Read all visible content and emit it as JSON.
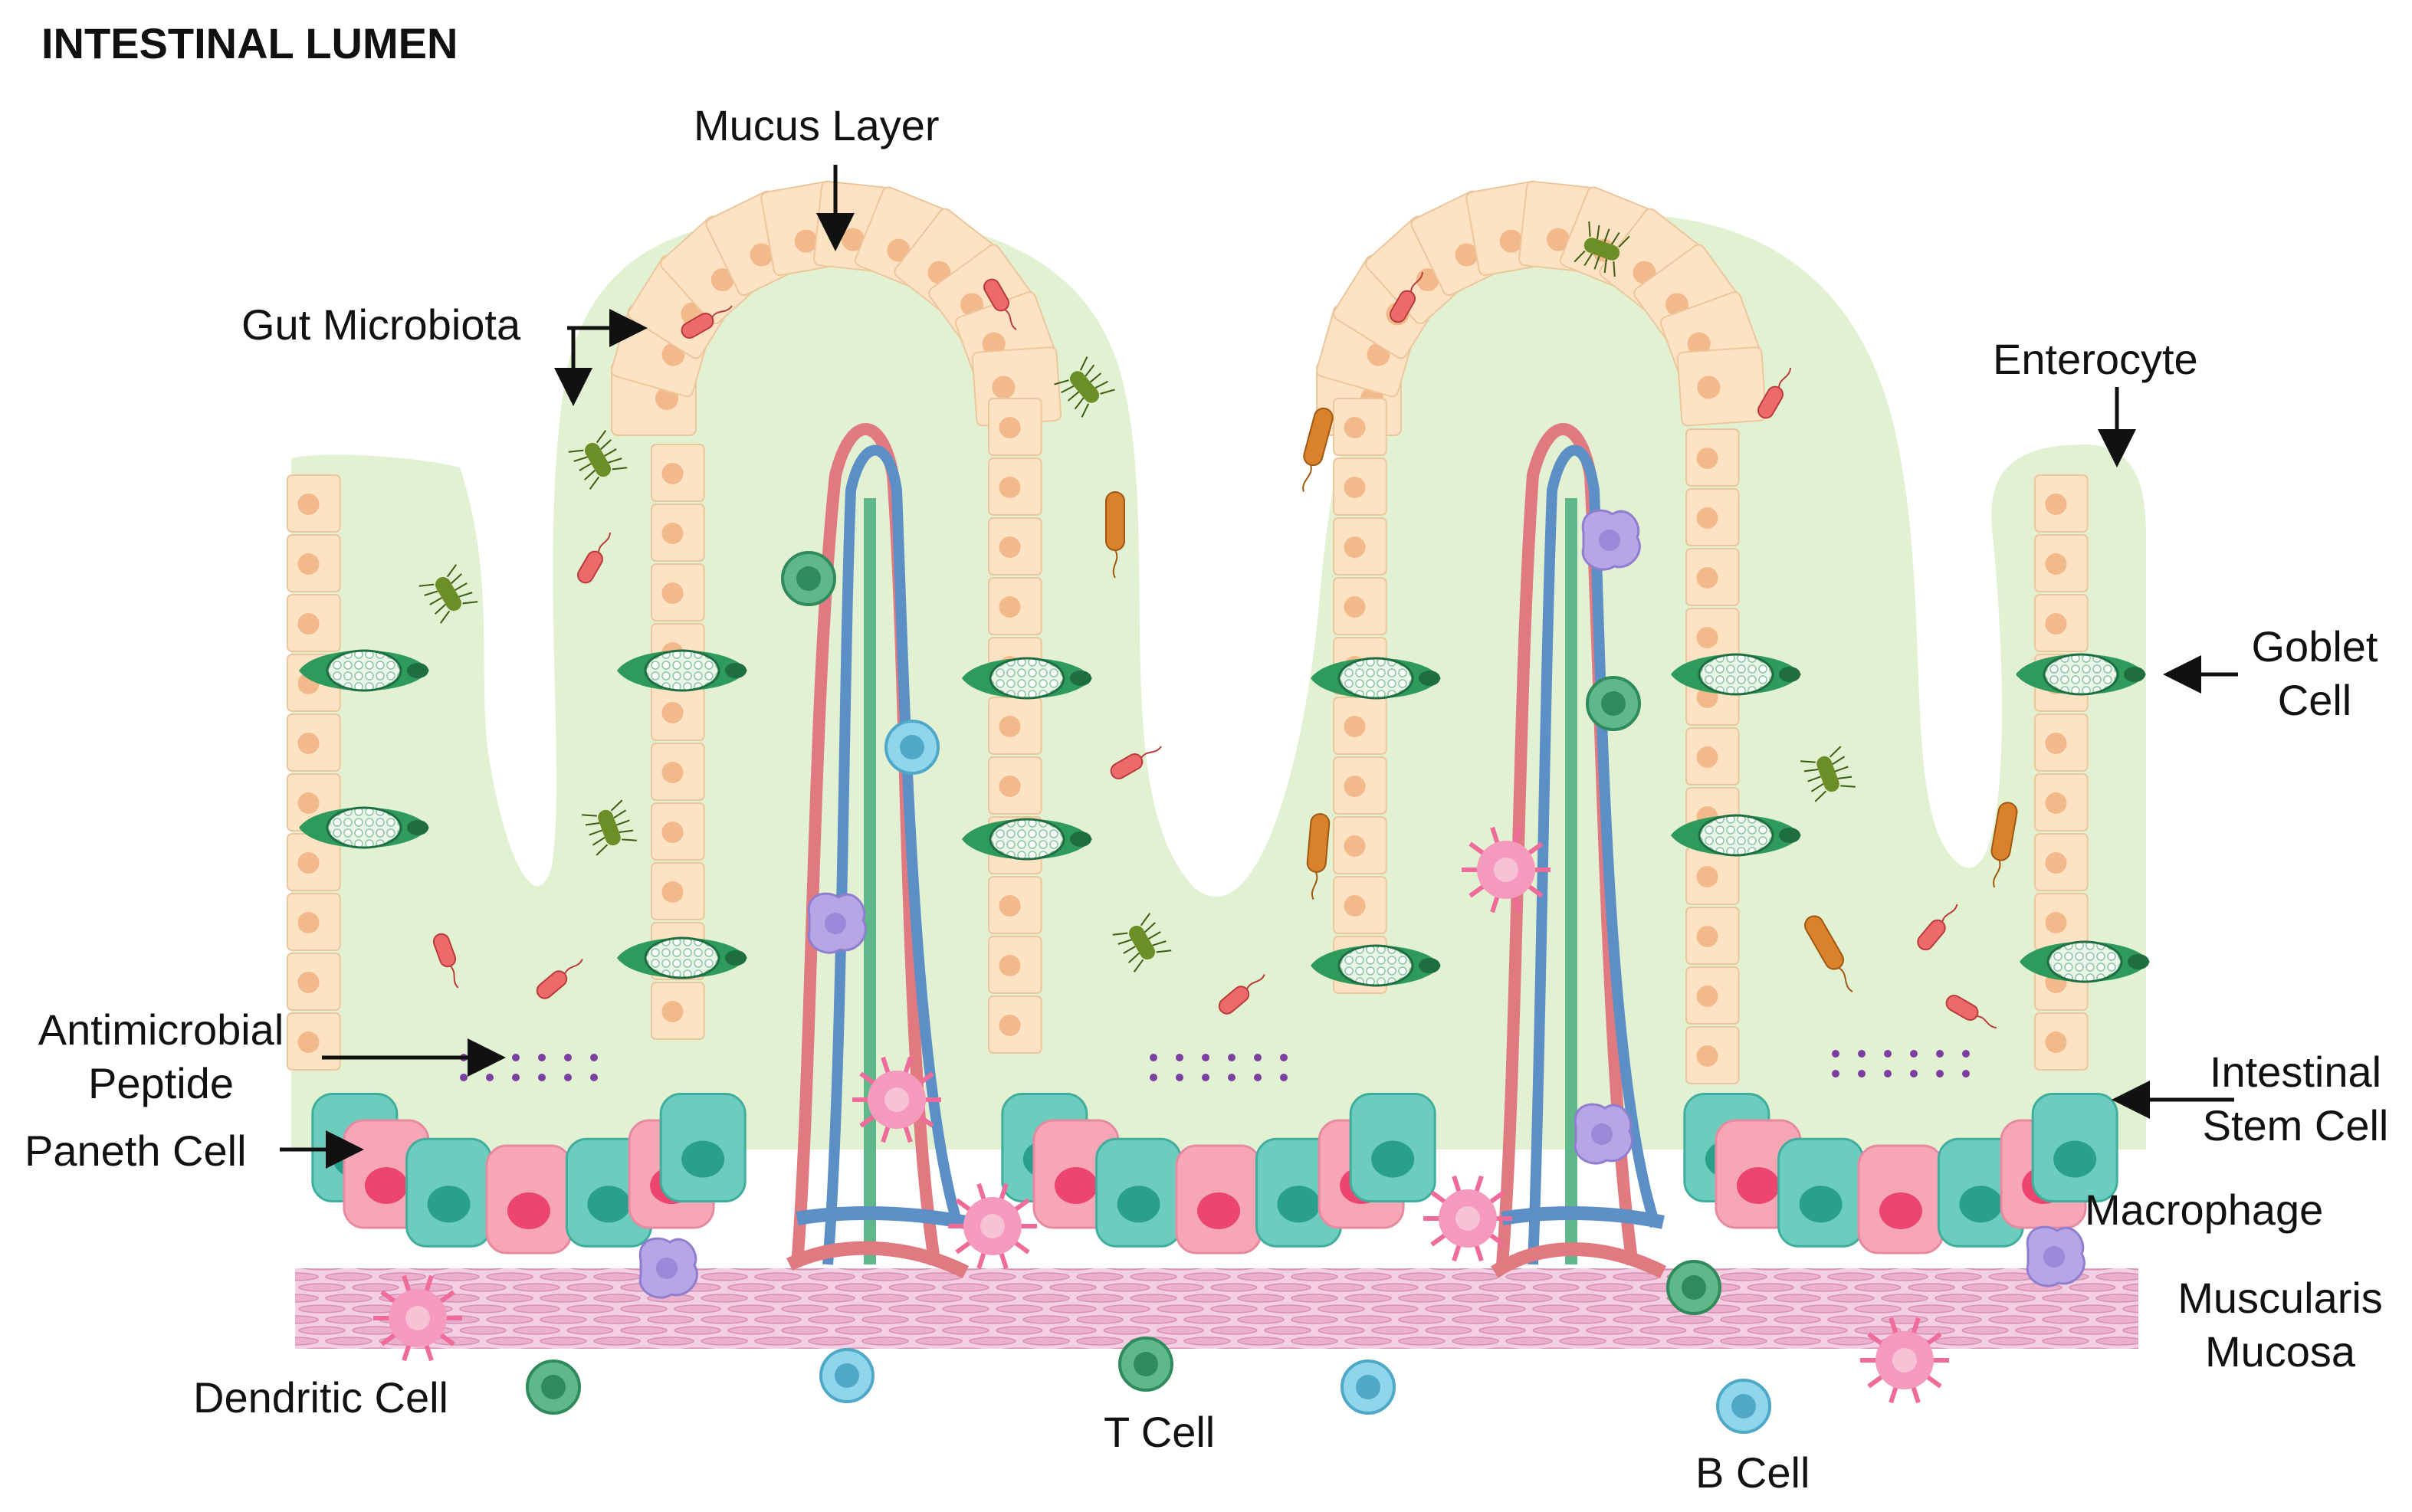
{
  "title": "INTESTINAL LUMEN",
  "labels": {
    "mucus_layer": "Mucus Layer",
    "gut_microbiota": "Gut Microbiota",
    "enterocyte": "Enterocyte",
    "goblet_cell_1": "Goblet",
    "goblet_cell_2": "Cell",
    "antimicrobial_peptide_1": "Antimicrobial",
    "antimicrobial_peptide_2": "Peptide",
    "paneth_cell": "Paneth Cell",
    "intestinal_stem_cell_1": "Intestinal",
    "intestinal_stem_cell_2": "Stem Cell",
    "macrophage": "Macrophage",
    "muscularis_mucosa_1": "Muscularis",
    "muscularis_mucosa_2": "Mucosa",
    "dendritic_cell": "Dendritic Cell",
    "t_cell": "T Cell",
    "b_cell": "B Cell"
  },
  "colors": {
    "mucus": "#e3f1d3",
    "enterocyte": "#fde2c3",
    "enterocyte_nucleus": "#f2b98a",
    "goblet": "#2e9a5c",
    "goblet_dark": "#1f6e41",
    "paneth": "#f7a6b6",
    "paneth_nucleus": "#ec4670",
    "stem": "#6ccdbf",
    "stem_nucleus": "#2a9f8e",
    "artery": "#e07a80",
    "vein": "#5c8fc6",
    "lacteal": "#5fb88a",
    "muscularis": "#f2c6dc",
    "macrophage": "#b6a6e6",
    "dendritic": "#f47ca8",
    "t_cell": "#5fb88a",
    "b_cell": "#8fd6ea",
    "peptide": "#7a3fa0"
  }
}
